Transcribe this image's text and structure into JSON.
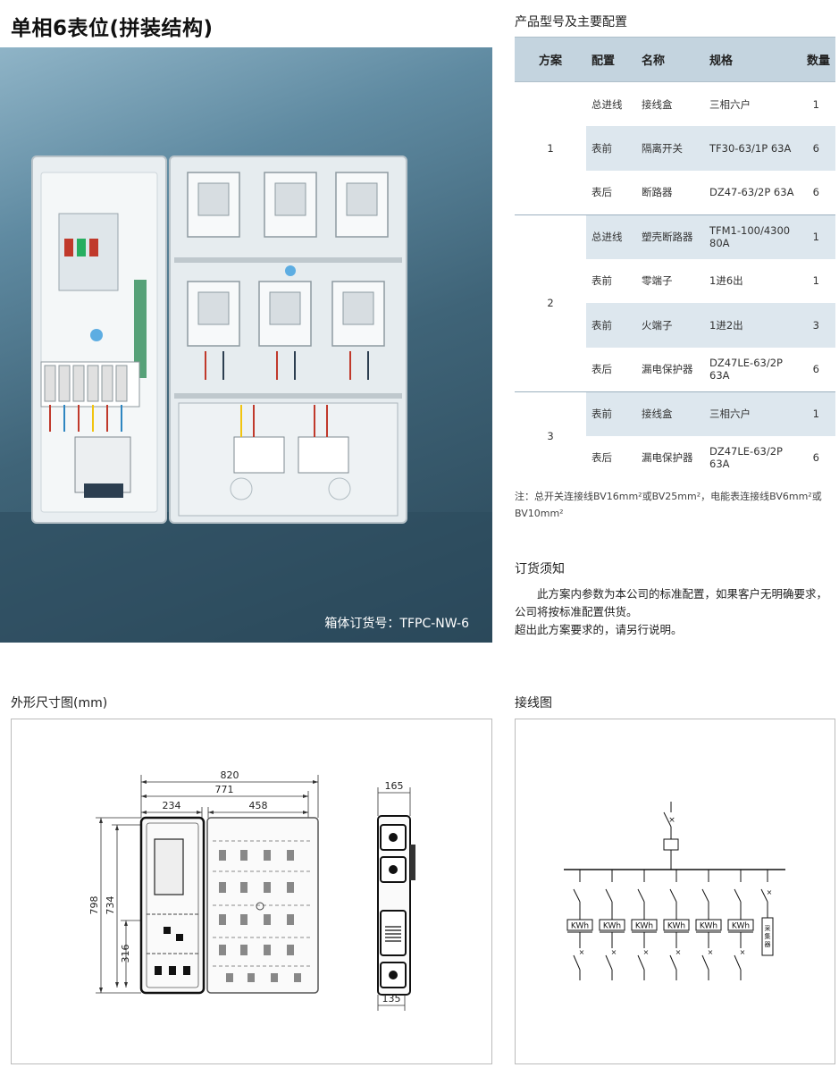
{
  "page_title": "单相6表位(拼装结构)",
  "photo": {
    "caption": "箱体订货号：TFPC-NW-6"
  },
  "config": {
    "heading": "产品型号及主要配置",
    "headers": [
      "方案",
      "配置",
      "名称",
      "规格",
      "数量"
    ],
    "groups": [
      {
        "scheme": "1",
        "rows": [
          {
            "config": "总进线",
            "name": "接线盒",
            "spec": "三相六户",
            "qty": "1"
          },
          {
            "config": "表前",
            "name": "隔离开关",
            "spec": "TF30-63/1P 63A",
            "qty": "6"
          },
          {
            "config": "表后",
            "name": "断路器",
            "spec": "DZ47-63/2P 63A",
            "qty": "6"
          }
        ]
      },
      {
        "scheme": "2",
        "rows": [
          {
            "config": "总进线",
            "name": "塑壳断路器",
            "spec": "TFM1-100/4300 80A",
            "qty": "1"
          },
          {
            "config": "表前",
            "name": "零端子",
            "spec": "1进6出",
            "qty": "1"
          },
          {
            "config": "表前",
            "name": "火端子",
            "spec": "1进2出",
            "qty": "3"
          },
          {
            "config": "表后",
            "name": "漏电保护器",
            "spec": "DZ47LE-63/2P 63A",
            "qty": "6"
          }
        ]
      },
      {
        "scheme": "3",
        "rows": [
          {
            "config": "表前",
            "name": "接线盒",
            "spec": "三相六户",
            "qty": "1"
          },
          {
            "config": "表后",
            "name": "漏电保护器",
            "spec": "DZ47LE-63/2P 63A",
            "qty": "6"
          }
        ]
      }
    ]
  },
  "note": "注：总开关连接线BV16mm²或BV25mm²，电能表连接线BV6mm²或BV10mm²",
  "order": {
    "heading": "订货须知",
    "line1": "此方案内参数为本公司的标准配置，如果客户无明确要求，公司将按标准配置供货。",
    "line2": "超出此方案要求的，请另行说明。"
  },
  "dimension": {
    "heading": "外形尺寸图(mm)",
    "overall_width": "820",
    "inner_width": "771",
    "left_width": "234",
    "right_width": "458",
    "height_total": "798",
    "height_inner": "734",
    "height_lower": "316",
    "depth_top": "165",
    "depth_bottom": "135"
  },
  "wiring": {
    "heading": "接线图",
    "meter_label": "KWh",
    "meter_count": 6,
    "collector_label": "采集器"
  }
}
